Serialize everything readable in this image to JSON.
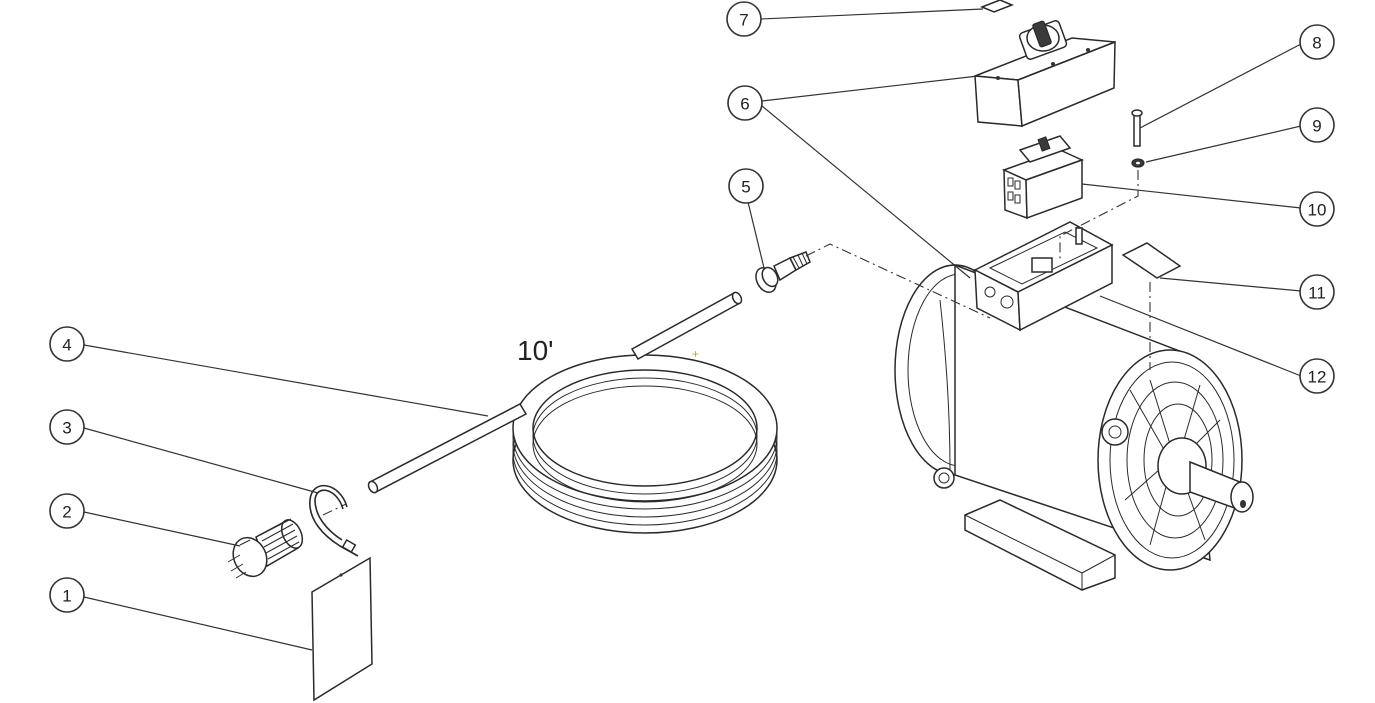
{
  "diagram": {
    "cord_length_label": "10'",
    "callouts": [
      "1",
      "2",
      "3",
      "4",
      "5",
      "6",
      "7",
      "8",
      "9",
      "10",
      "11",
      "12"
    ]
  }
}
